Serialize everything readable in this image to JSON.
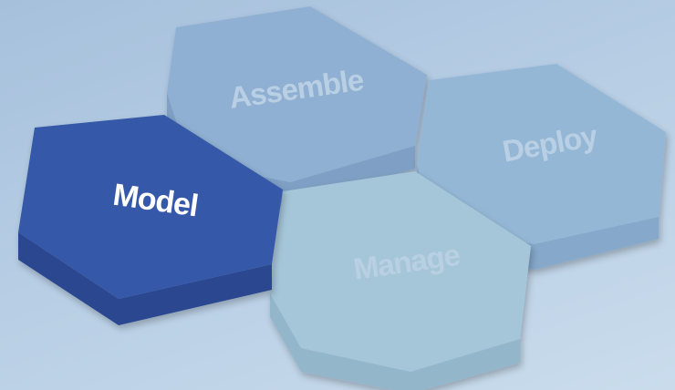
{
  "diagram": {
    "hexagons": [
      {
        "id": "assemble",
        "label": "Assemble",
        "state": "inactive"
      },
      {
        "id": "deploy",
        "label": "Deploy",
        "state": "inactive"
      },
      {
        "id": "manage",
        "label": "Manage",
        "state": "inactive"
      },
      {
        "id": "model",
        "label": "Model",
        "state": "active"
      }
    ]
  },
  "colors": {
    "active_top": "#3558a8",
    "active_side": "#2a4690",
    "active_text": "#ffffff",
    "assemble_top": "#8fb0d2",
    "deploy_top": "#95b7d6",
    "manage_top": "#a4c6d8",
    "inactive_text": "#b9cfe4"
  }
}
